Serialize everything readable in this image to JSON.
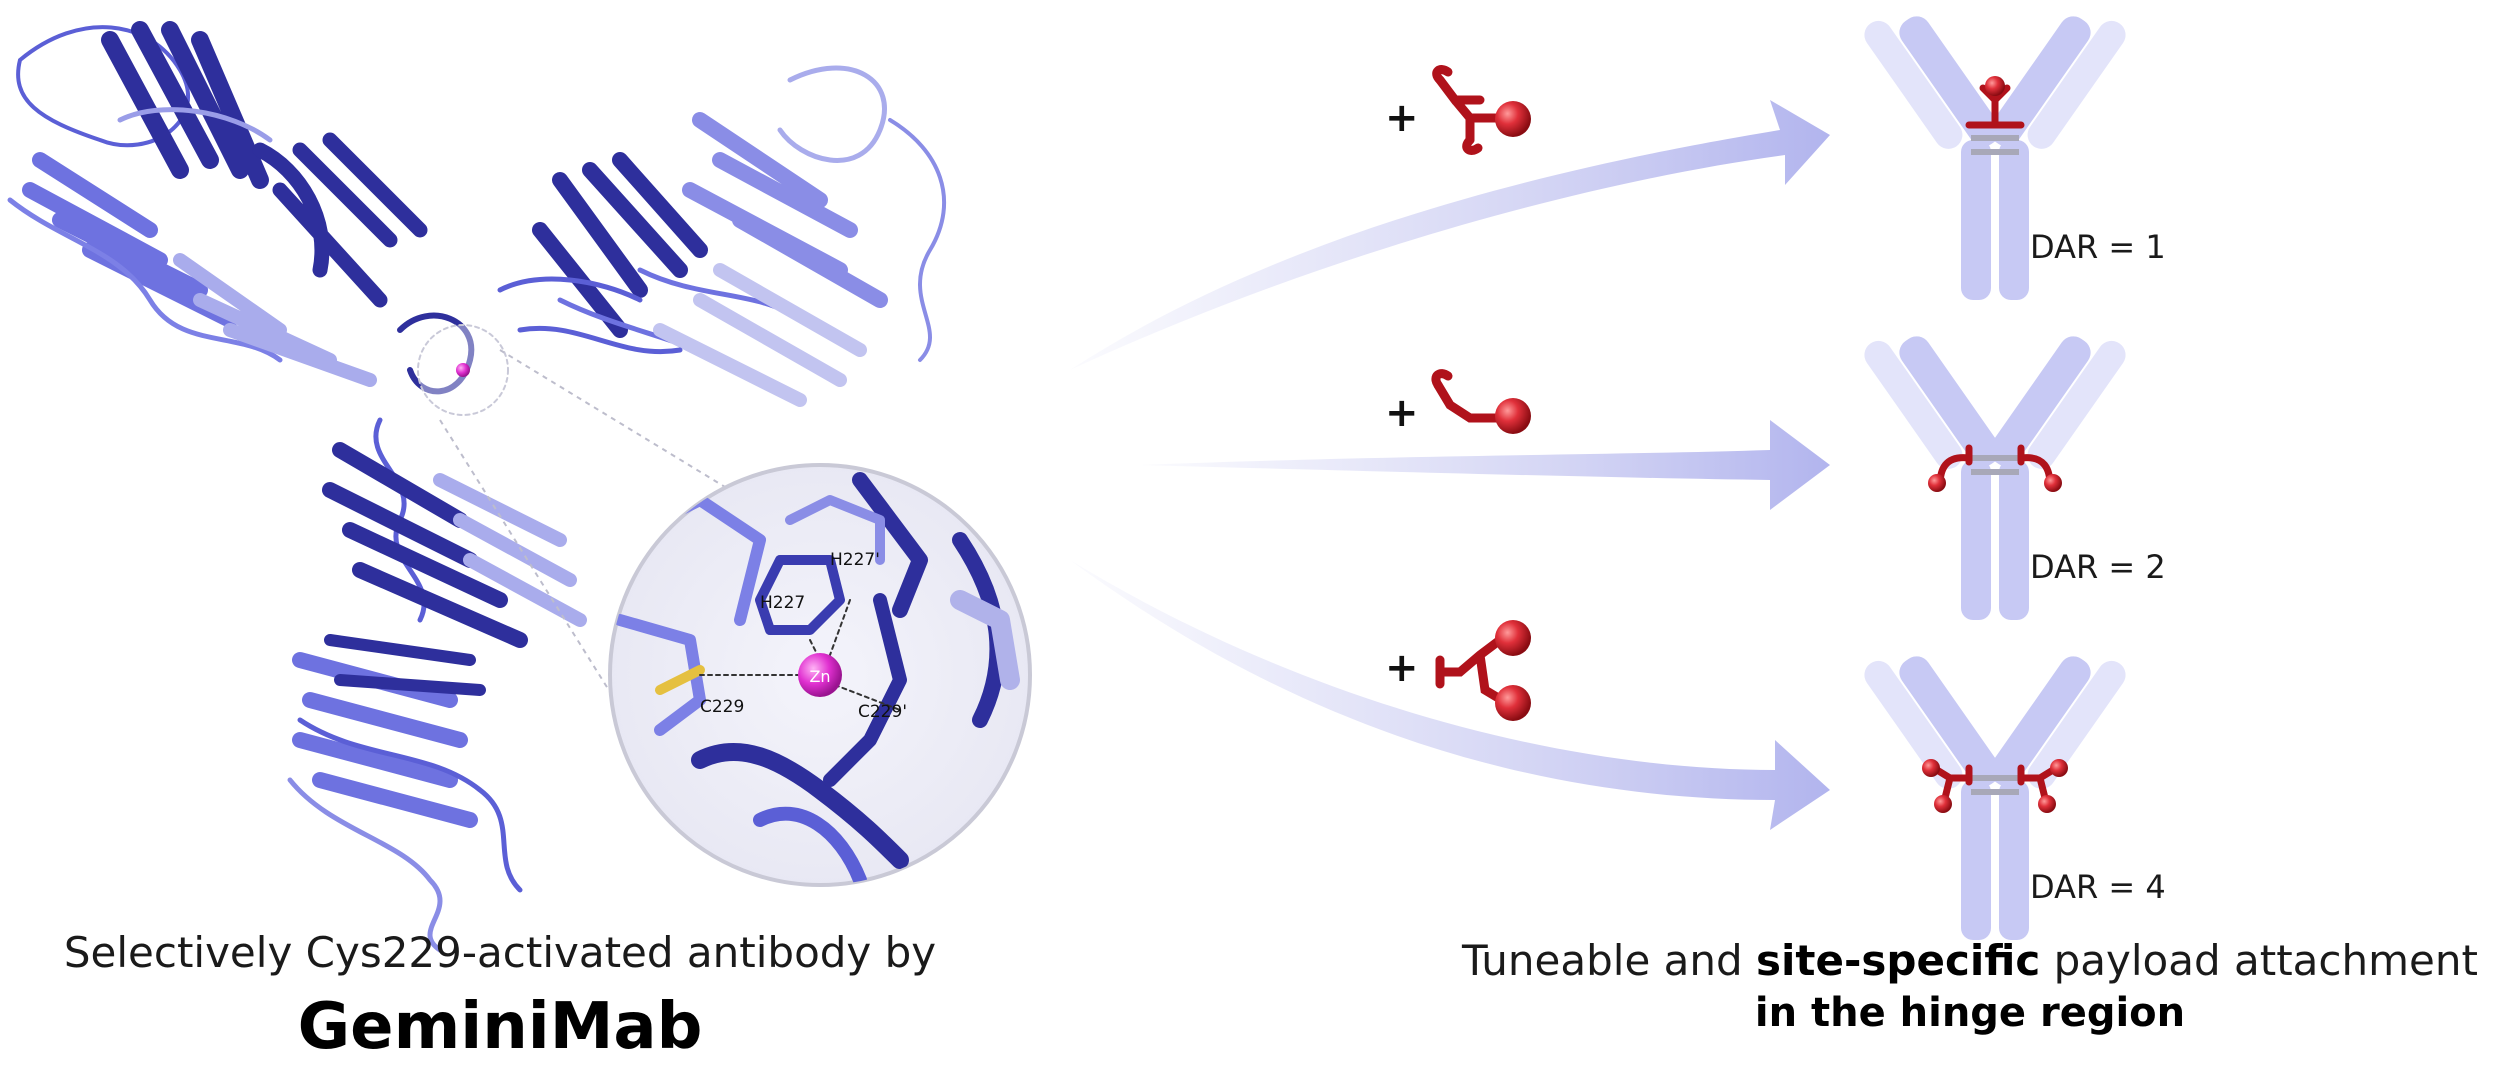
{
  "left_caption": {
    "line1": "Selectively Cys229-activated antibody by",
    "brand": "GeminiMab"
  },
  "right_caption": {
    "line1_pre": "Tuneable and ",
    "line1_bold": "site-specific",
    "line1_post": " payload attachment",
    "line2": "in the hinge region"
  },
  "zoom_labels": {
    "h227": "H227",
    "h227p": "H227'",
    "zn": "Zn",
    "c229": "C229",
    "c229p": "C229'"
  },
  "reactions": [
    {
      "plus": "+",
      "reagent": "one-payload-linker",
      "dar": "DAR = 1"
    },
    {
      "plus": "+",
      "reagent": "one-payload-linker",
      "dar": "DAR = 2"
    },
    {
      "plus": "+",
      "reagent": "two-payload-linker",
      "dar": "DAR = 4"
    }
  ],
  "colors": {
    "protein_dark": "#2e2f9c",
    "protein_mid": "#5b5fd6",
    "protein_light": "#a9acec",
    "antibody_fill": "#c7c9f4",
    "antibody_light": "#e3e4fa",
    "payload_red": "#b0121b",
    "payload_ball": "#e0303a",
    "zinc": "#e030d0",
    "arrow": "#b3b5ec"
  }
}
